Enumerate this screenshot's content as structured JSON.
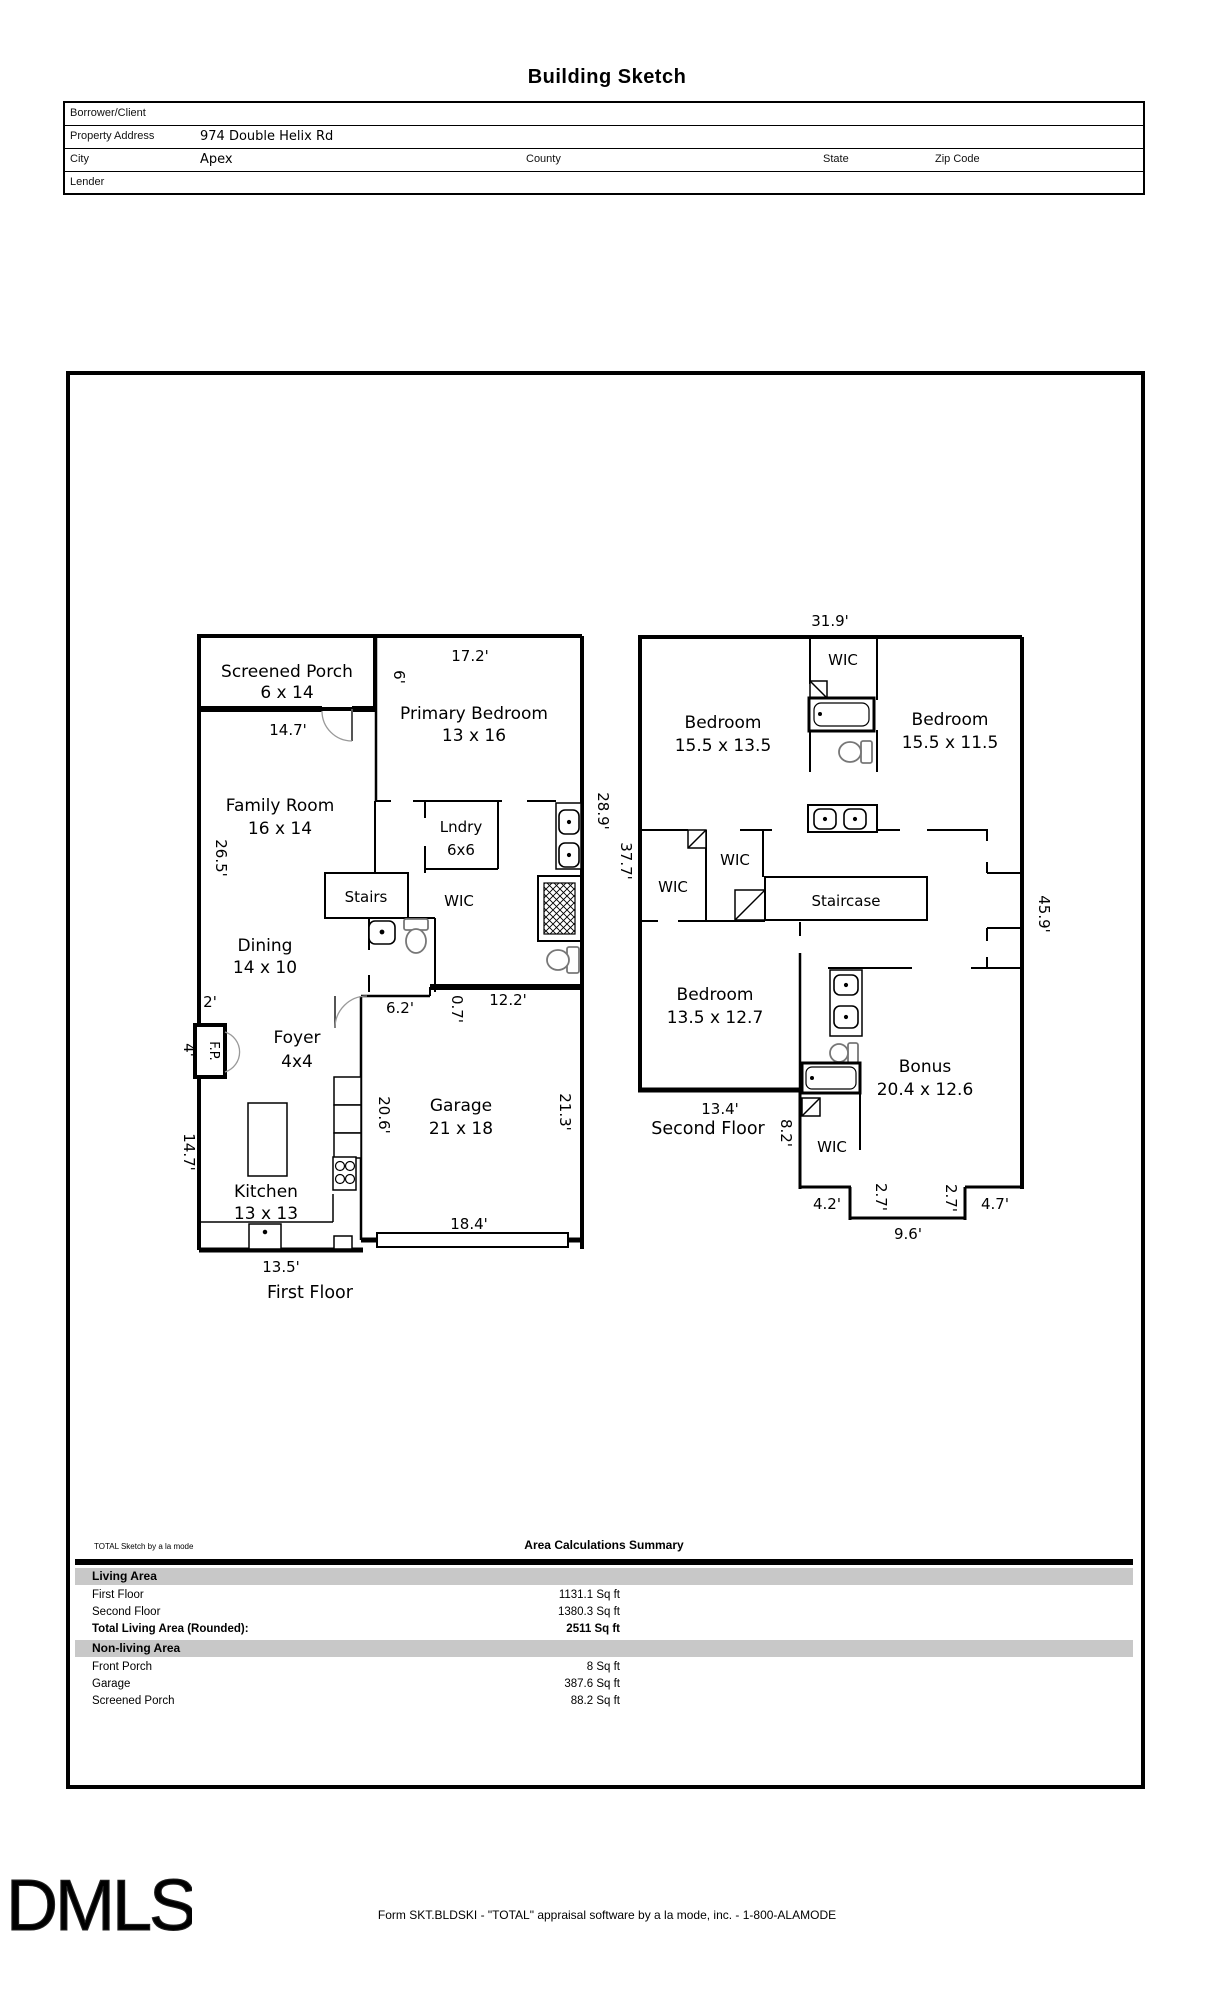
{
  "title": "Building Sketch",
  "form": {
    "borrower_label": "Borrower/Client",
    "property_label": "Property Address",
    "property_value": "974 Double Helix Rd",
    "city_label": "City",
    "city_value": "Apex",
    "county_label": "County",
    "state_label": "State",
    "zip_label": "Zip Code",
    "lender_label": "Lender"
  },
  "first_floor": {
    "floor_title": "First Floor",
    "rooms": {
      "screened_porch": {
        "name": "Screened Porch",
        "dims": "6 x 14"
      },
      "primary_bedroom": {
        "name": "Primary Bedroom",
        "dims": "13 x 16"
      },
      "family_room": {
        "name": "Family Room",
        "dims": "16 x 14"
      },
      "lndry": {
        "name": "Lndry",
        "dims": "6x6"
      },
      "stairs": {
        "name": "Stairs"
      },
      "wic": {
        "name": "WIC"
      },
      "dining": {
        "name": "Dining",
        "dims": "14 x 10"
      },
      "foyer": {
        "name": "Foyer",
        "dims": "4x4"
      },
      "fireplace": {
        "name": "F.P."
      },
      "kitchen": {
        "name": "Kitchen",
        "dims": "13 x 13"
      },
      "garage": {
        "name": "Garage",
        "dims": "21 x 18"
      }
    },
    "dims": {
      "top_width": "17.2'",
      "porch_bottom": "14.7'",
      "six": "6'",
      "family_left": "26.5'",
      "right_upper": "28.9'",
      "two": "2'",
      "four": "4'",
      "entry": "6.2'",
      "jog": "0.7'",
      "garage_top": "12.2'",
      "hall": "20.6'",
      "garage_right": "21.3'",
      "left_lower": "14.7'",
      "garage_door": "18.4'",
      "kitchen_width": "13.5'"
    }
  },
  "second_floor": {
    "floor_title": "Second Floor",
    "rooms": {
      "wic_top": {
        "name": "WIC"
      },
      "bedroom_a": {
        "name": "Bedroom",
        "dims": "15.5 x 13.5"
      },
      "bedroom_b": {
        "name": "Bedroom",
        "dims": "15.5 x 11.5"
      },
      "wic_left": {
        "name": "WIC"
      },
      "wic_mid": {
        "name": "WIC"
      },
      "staircase": {
        "name": "Staircase"
      },
      "bedroom_c": {
        "name": "Bedroom",
        "dims": "13.5 x 12.7"
      },
      "bonus": {
        "name": "Bonus",
        "dims": "20.4 x 12.6"
      },
      "wic_bottom": {
        "name": "WIC"
      }
    },
    "dims": {
      "top_width": "31.9'",
      "left": "37.7'",
      "right": "45.9'",
      "bottom_width": "13.4'",
      "stub": "8.2'",
      "seg_a": "4.2'",
      "seg_b": "2.7'",
      "seg_c": "2.7'",
      "seg_d": "4.7'",
      "seg_e": "9.6'"
    }
  },
  "summary": {
    "branding": "TOTAL Sketch by a la mode",
    "heading": "Area Calculations Summary",
    "living_header": "Living Area",
    "nonliving_header": "Non-living Area",
    "living_rows": [
      {
        "label": "First Floor",
        "value": "1131.1 Sq ft"
      },
      {
        "label": "Second Floor",
        "value": "1380.3 Sq ft"
      }
    ],
    "total_row": {
      "label": "Total Living Area (Rounded):",
      "value": "2511 Sq ft"
    },
    "nonliving_rows": [
      {
        "label": "Front Porch",
        "value": "8 Sq ft"
      },
      {
        "label": "Garage",
        "value": "387.6 Sq ft"
      },
      {
        "label": "Screened Porch",
        "value": "88.2 Sq ft"
      }
    ]
  },
  "footer": {
    "logo": "DMLS",
    "text": "Form SKT.BLDSKI - \"TOTAL\" appraisal software by a la mode, inc. - 1-800-ALAMODE"
  }
}
